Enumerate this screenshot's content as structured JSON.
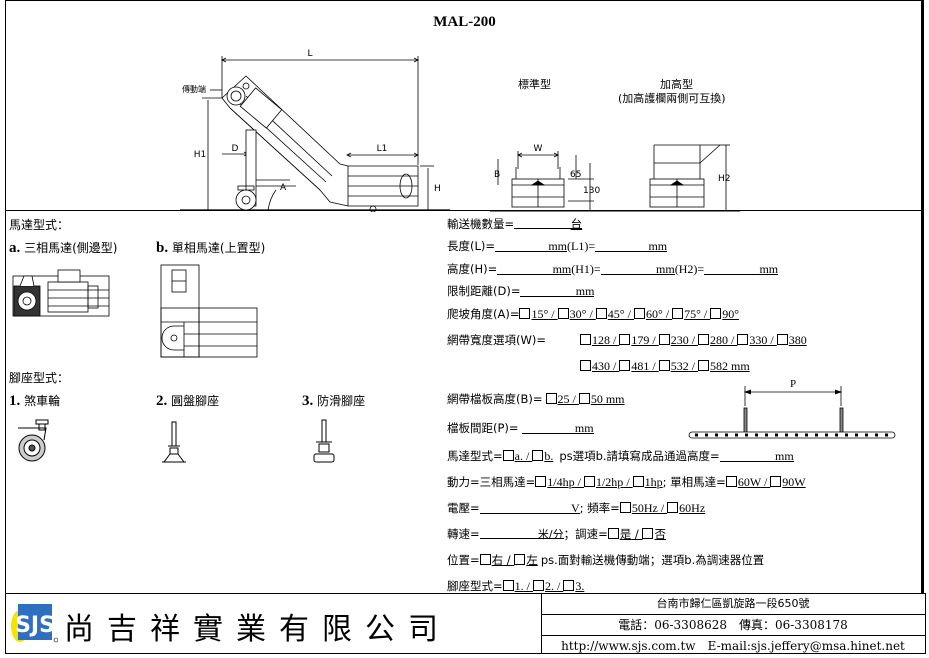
{
  "document": {
    "title": "MAL-200"
  },
  "drawing": {
    "drive_end_label": "傳動端",
    "dim_L": "L",
    "dim_L1": "L1",
    "dim_H": "H",
    "dim_H1": "H1",
    "dim_D": "D",
    "dim_A": "A",
    "standard_label": "標準型",
    "raised_label": "加高型",
    "raised_note": "(加高護欄兩側可互換)",
    "dim_W": "W",
    "dim_B": "B",
    "dim_65": "65",
    "dim_130": "130",
    "dim_H2": "H2",
    "dim_P": "P"
  },
  "motor_section": {
    "title": "馬達型式：",
    "options": [
      {
        "key": "a.",
        "label": "三相馬達(側邊型)"
      },
      {
        "key": "b.",
        "label": "單相馬達(上置型)"
      }
    ]
  },
  "foot_section": {
    "title": "腳座型式：",
    "options": [
      {
        "key": "1.",
        "label": "煞車輪"
      },
      {
        "key": "2.",
        "label": "圓盤腳座"
      },
      {
        "key": "3.",
        "label": "防滑腳座"
      }
    ]
  },
  "form": {
    "quantity": {
      "label": "輸送機數量=",
      "unit": "台"
    },
    "length": {
      "label": "長度(L)=",
      "unit1": "mm",
      "label2": "(L1)=",
      "unit2": "mm"
    },
    "height": {
      "label": "高度(H)=",
      "unit1": "mm",
      "label2": "(H1)=",
      "unit2": "mm",
      "label3": "(H2)=",
      "unit3": "mm"
    },
    "limit": {
      "label": "限制距離(D)=",
      "unit": "mm"
    },
    "angle": {
      "label": "爬坡角度(A)=",
      "options": [
        "15°",
        "30°",
        "45°",
        "60°",
        "75°",
        "90°"
      ]
    },
    "width": {
      "label": "網帶寬度選項(W)=",
      "options_row1": [
        "128",
        "179",
        "230",
        "280",
        "330",
        "380"
      ],
      "options_row2": [
        "430",
        "481",
        "532",
        "582"
      ],
      "unit": "mm"
    },
    "cleat_height": {
      "label": "網帶檔板高度(B)=",
      "options": [
        "25",
        "50"
      ],
      "unit": "mm"
    },
    "cleat_pitch": {
      "label": "檔板間距(P)=",
      "unit": "mm"
    },
    "motor_type": {
      "label": "馬達型式=",
      "options": [
        "a.",
        "b."
      ],
      "note": "ps選項b.請填寫成品通過高度=",
      "unit": "mm"
    },
    "power": {
      "label": "動力=三相馬達=",
      "three_phase": [
        "1/4hp",
        "1/2hp",
        "1hp"
      ],
      "sep": "; 單相馬達=",
      "single_phase": [
        "60W",
        "90W"
      ]
    },
    "voltage": {
      "label": "電壓=",
      "unit": "V",
      "freq_label": "; 頻率=",
      "freq_options": [
        "50Hz",
        "60Hz"
      ]
    },
    "speed": {
      "label": "轉速=",
      "unit": "米/分",
      "adjust_label": "；調速=",
      "adjust_options": [
        "是",
        "否"
      ]
    },
    "position": {
      "label": "位置=",
      "options": [
        "右",
        "左"
      ],
      "note": "ps.面對輸送機傳動端；選項b.為調速器位置"
    },
    "foot": {
      "label": "腳座型式=",
      "options": [
        "1.",
        "2.",
        "3."
      ]
    }
  },
  "footer": {
    "logo_text": "SJS",
    "company_name": "尚吉祥實業有限公司",
    "address": "台南市歸仁區凱旋路一段650號",
    "phone": "電話：06-3308628　傳真：06-3308178",
    "web_email": "http://www.sjs.com.tw　E-mail:sjs.jeffery@msa.hinet.net"
  },
  "colors": {
    "logo_blue": "#2f6fc0",
    "logo_yellow": "#f5e300"
  }
}
